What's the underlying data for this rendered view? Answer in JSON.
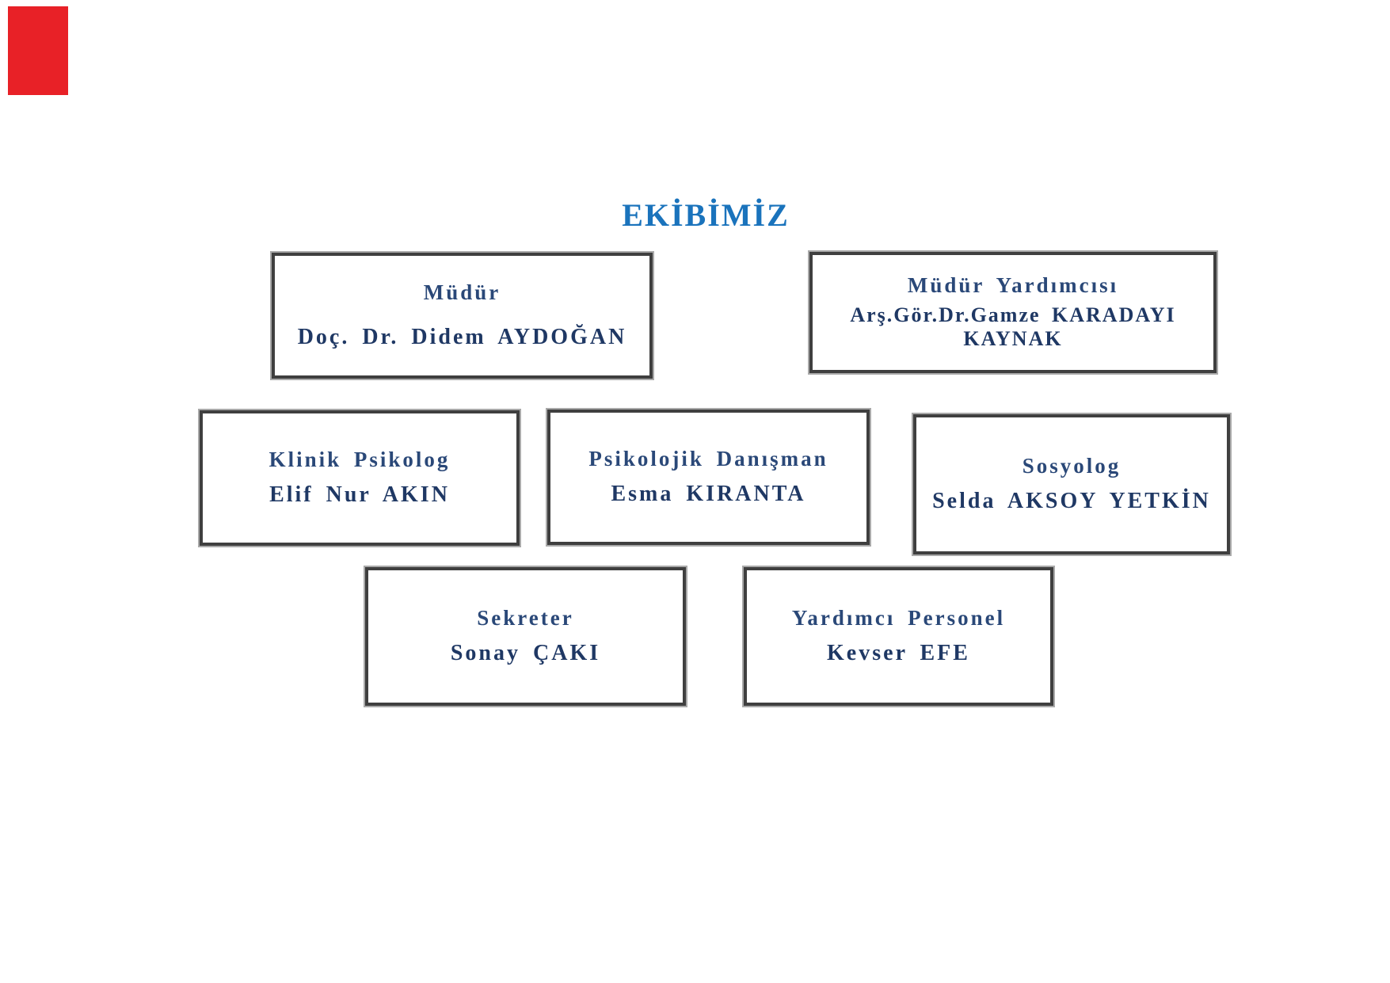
{
  "title": "EKİBİMİZ",
  "boxes": [
    {
      "id": "mudur",
      "role": "Müdür",
      "name": "Doç. Dr. Didem AYDOĞAN"
    },
    {
      "id": "mudur-yardimcisi",
      "role": "Müdür Yardımcısı",
      "name": "Arş.Gör.Dr.Gamze KARADAYI KAYNAK"
    },
    {
      "id": "klinik-psikolog",
      "role": "Klinik Psikolog",
      "name": "Elif Nur AKIN"
    },
    {
      "id": "psikolojik-danisman",
      "role": "Psikolojik Danışman",
      "name": "Esma KIRANTA"
    },
    {
      "id": "sosyolog",
      "role": "Sosyolog",
      "name": "Selda AKSOY YETKİN"
    },
    {
      "id": "sekreter",
      "role": "Sekreter",
      "name": "Sonay ÇAKI"
    },
    {
      "id": "yardimci-personel",
      "role": "Yardımcı Personel",
      "name": "Kevser EFE"
    }
  ],
  "colors": {
    "background": "#ffffff",
    "title-color": "#1a73bc",
    "role-color": "#2a4878",
    "name-color": "#1f3864",
    "border-color": "#3f3f3f",
    "border-outer": "#a9a9a9",
    "marker-color": "#e82127"
  }
}
